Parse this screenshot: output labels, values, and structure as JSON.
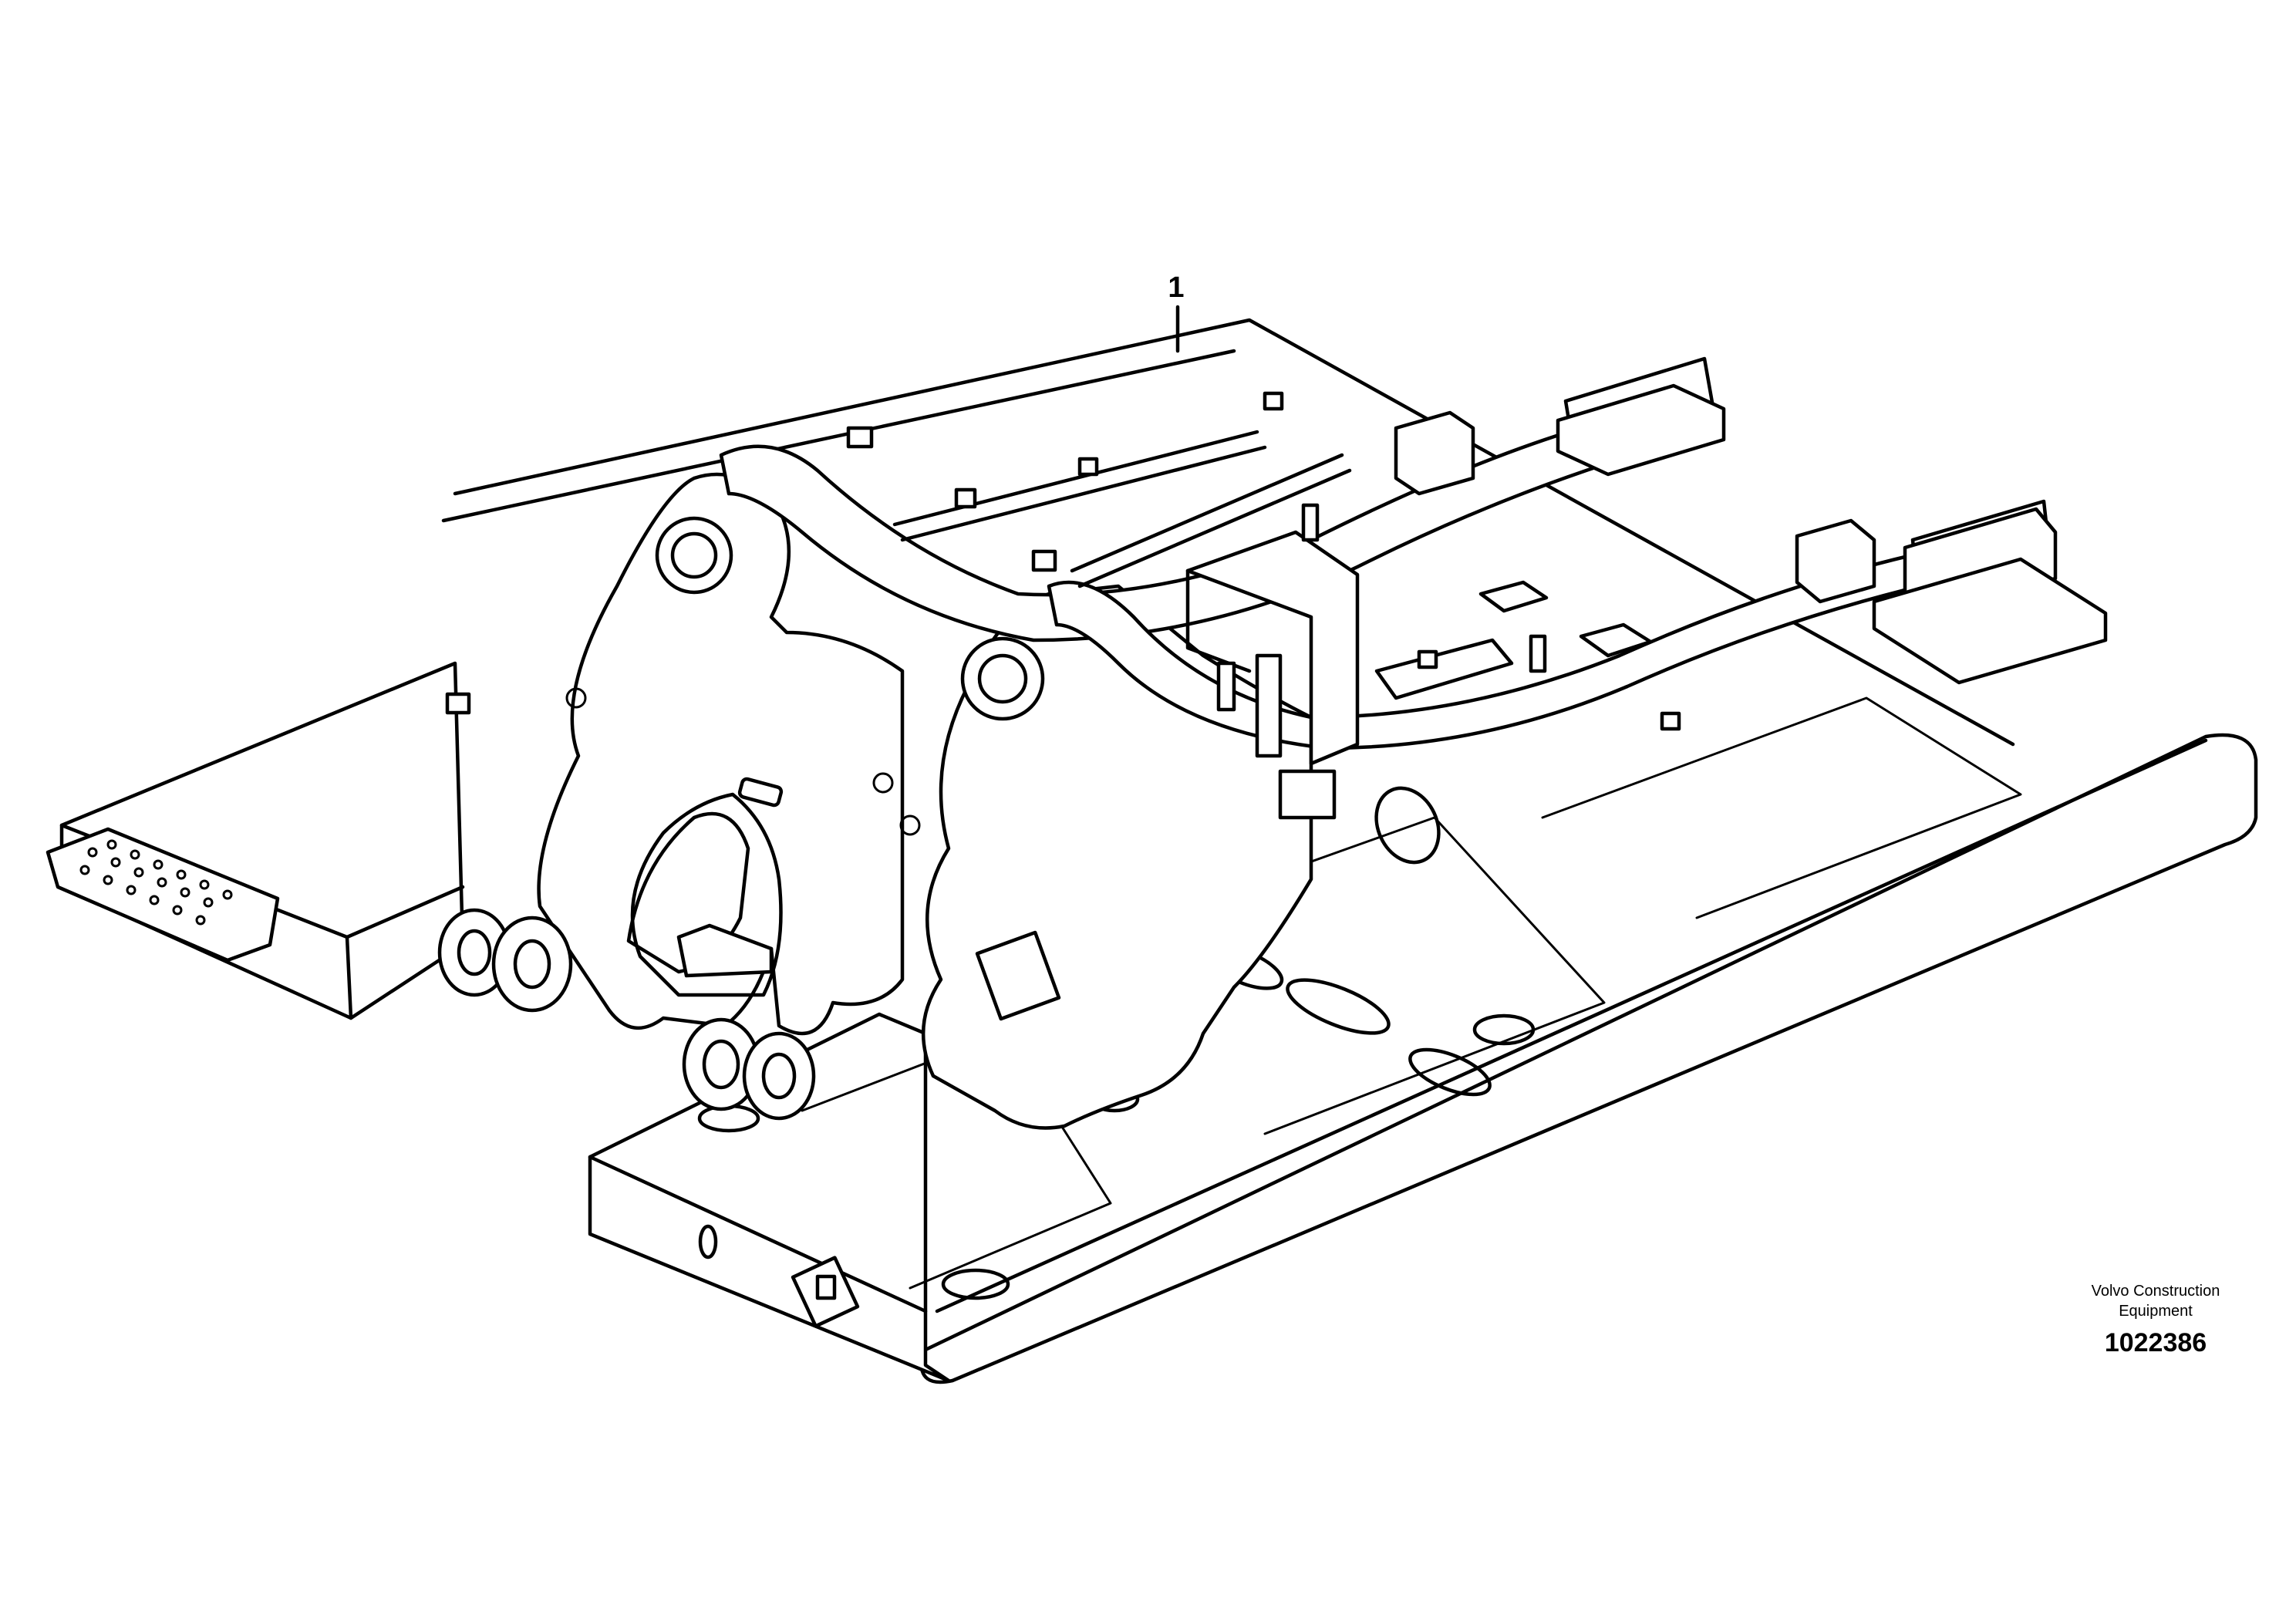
{
  "callout": {
    "number": "1"
  },
  "footer": {
    "maker_line1": "Volvo Construction",
    "maker_line2": "Equipment",
    "drawing_number": "1022386"
  }
}
